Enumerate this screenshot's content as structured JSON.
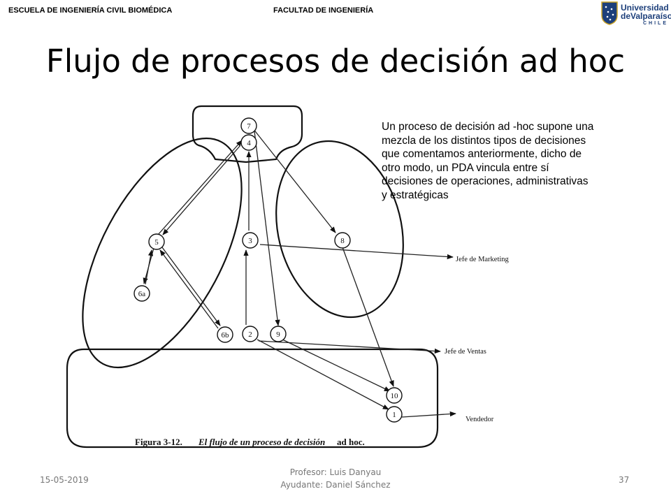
{
  "header": {
    "school": "ESCUELA DE INGENIERÍA CIVIL BIOMÉDICA",
    "faculty": "FACULTAD DE INGENIERÍA"
  },
  "logo": {
    "line1": "Universidad",
    "line2": "deValparaíso",
    "line3": "CHILE",
    "color": "#1d3f7a"
  },
  "slide": {
    "title": "Flujo de procesos de decisión ad hoc"
  },
  "description": {
    "lines": [
      "Un proceso de decisión ad -hoc supone una",
      "mezcla de los distintos tipos de decisiones",
      "que comentamos anteriormente, dicho de",
      "otro modo, un PDA vincula entre sí",
      "decisiones de operaciones, administrativas",
      "y estratégicas"
    ]
  },
  "figure": {
    "nodes": {
      "n7": "7",
      "n4": "4",
      "n3": "3",
      "n5": "5",
      "n6a": "6a",
      "n6b": "6b",
      "n8": "8",
      "n2": "2",
      "n9": "9",
      "n10": "10",
      "n1": "1"
    },
    "labels": {
      "marketing": "Jefe de Marketing",
      "ventas": "Jefe de Ventas",
      "vendedor": "Vendedor"
    },
    "caption_label": "Figura 3-12.",
    "caption_text": "El flujo de un proceso de decisión",
    "caption_tail": "ad hoc."
  },
  "footer": {
    "date": "15-05-2019",
    "professor": "Profesor: Luis Danyau",
    "assistant": "Ayudante: Daniel Sánchez",
    "page": "37"
  }
}
